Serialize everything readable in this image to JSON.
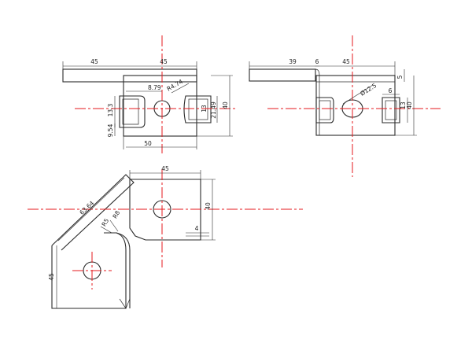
{
  "colors": {
    "outline": "#2a2a2a",
    "centerline": "#e41a1c",
    "background": "#ffffff"
  },
  "front_view": {
    "dim_top_left": "45",
    "dim_top_right": "45",
    "dim_slot_width": "8.79",
    "dim_radius": "R4.74",
    "dim_left_height": "13.3",
    "dim_small_height": "9.54",
    "dim_bottom": "50",
    "dim_slot_height": "21.49",
    "dim_total_height": "40",
    "dim_tiny": "13"
  },
  "side_view": {
    "dim_left": "39",
    "dim_gap": "6",
    "dim_top": "45",
    "dim_hole": "Ø12.5",
    "dim_slot_width": "6",
    "dim_right_1": "5",
    "dim_right_2": "13",
    "dim_right_3": "40"
  },
  "flat_view": {
    "dim_top": "45",
    "dim_diagonal": "63.64",
    "dim_left_height": "45",
    "dim_right_height": "40",
    "dim_bend_r1": "R8",
    "dim_bend_r2": "R5",
    "dim_small": "4"
  }
}
